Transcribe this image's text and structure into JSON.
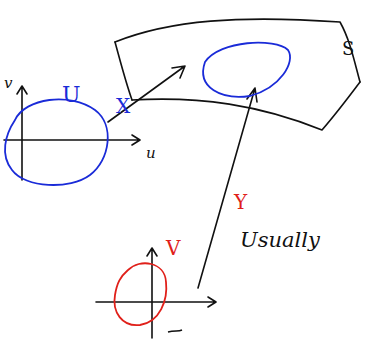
{
  "diagram": {
    "labels": [
      "S",
      "v",
      "U",
      "X",
      "u",
      "Y",
      "V",
      "Usually"
    ]
  }
}
